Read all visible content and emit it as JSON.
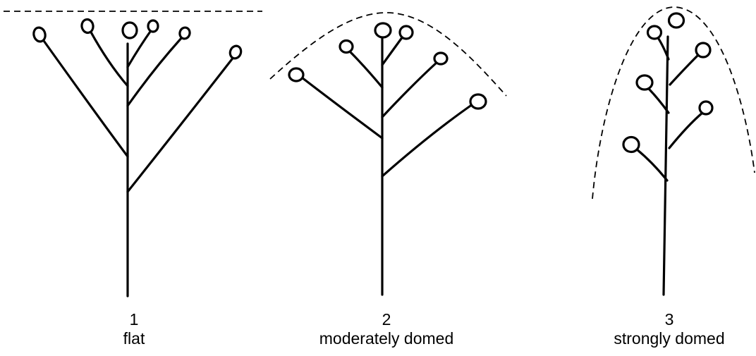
{
  "figure": {
    "panels": [
      {
        "number": "1",
        "label": "flat"
      },
      {
        "number": "2",
        "label": "moderately domed"
      },
      {
        "number": "3",
        "label": "strongly domed"
      }
    ]
  },
  "colors": {
    "ink": "#000000",
    "background": "#ffffff"
  }
}
